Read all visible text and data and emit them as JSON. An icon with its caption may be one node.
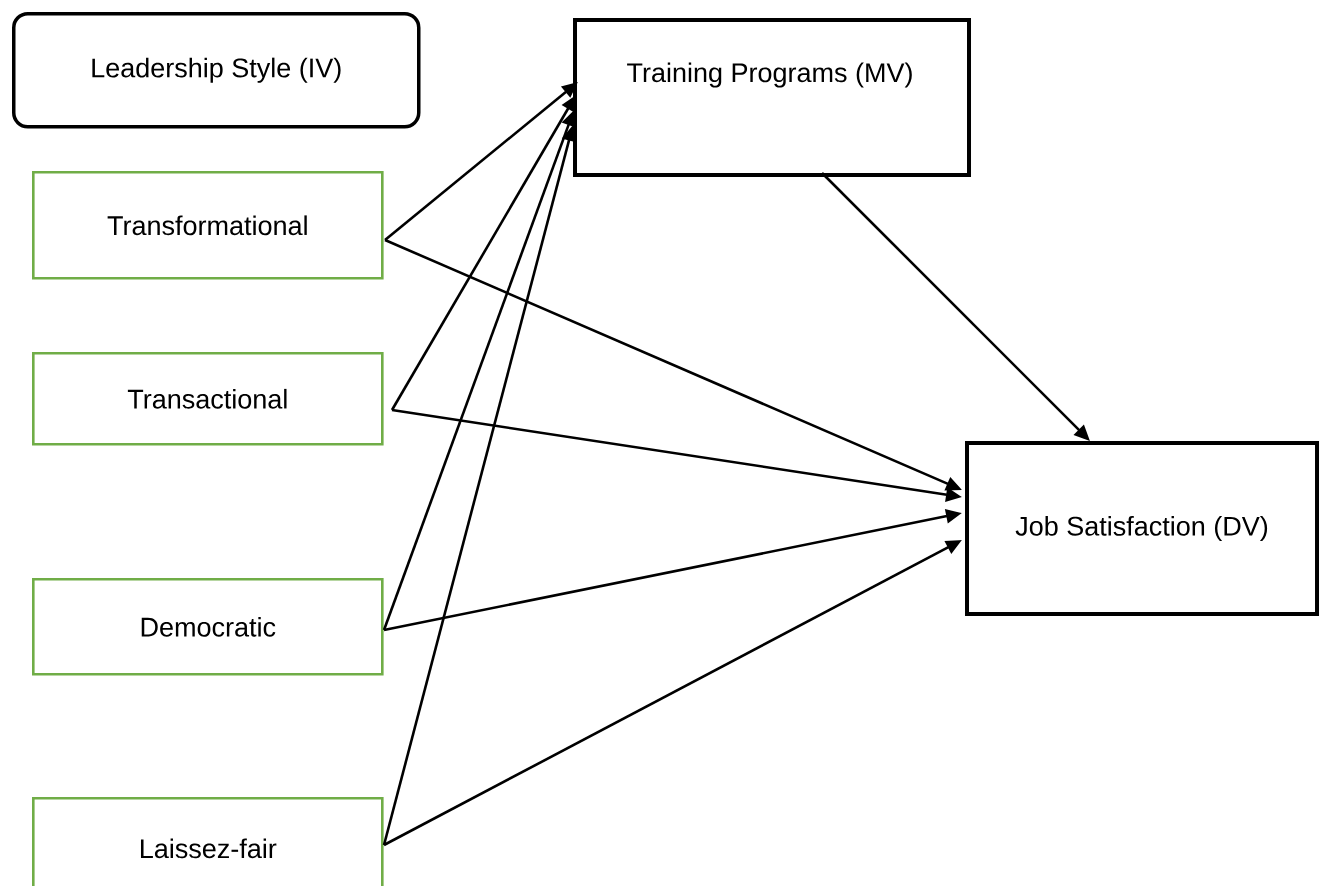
{
  "diagram": {
    "nodes": [
      {
        "text": [
          "Leadership Style (IV)"
        ]
      },
      {
        "text": [
          "Training Programs (MV)"
        ]
      },
      {
        "text": [
          "Transformational"
        ]
      },
      {
        "text": [
          "Transactional"
        ]
      },
      {
        "text": [
          "Democratic"
        ]
      },
      {
        "text": [
          "Laissez-fair"
        ]
      },
      {
        "text": [
          "Job Satisfaction (DV)"
        ]
      }
    ],
    "edges": [
      {
        "from": 2,
        "to": 1,
        "arrow": "to"
      },
      {
        "from": 2,
        "to": 6,
        "arrow": "to"
      },
      {
        "from": 3,
        "to": 1,
        "arrow": "to"
      },
      {
        "from": 3,
        "to": 6,
        "arrow": "to"
      },
      {
        "from": 4,
        "to": 1,
        "arrow": "to"
      },
      {
        "from": 4,
        "to": 6,
        "arrow": "to"
      },
      {
        "from": 5,
        "to": 1,
        "arrow": "to"
      },
      {
        "from": 5,
        "to": 6,
        "arrow": "to"
      },
      {
        "from": 1,
        "to": 6,
        "arrow": "to"
      }
    ]
  }
}
